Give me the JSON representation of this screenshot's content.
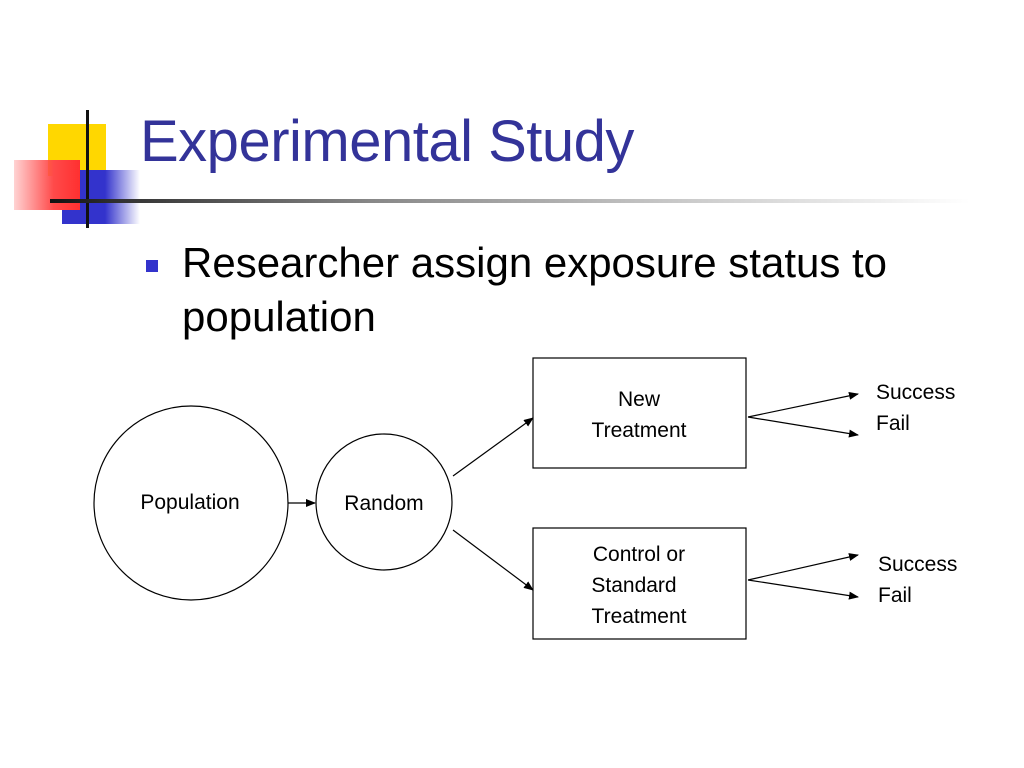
{
  "slide": {
    "title": "Experimental Study",
    "bullet": "Researcher assign exposure status to population"
  },
  "diagram": {
    "population": "Population",
    "random": "Random",
    "new_treatment": [
      "New",
      "Treatment"
    ],
    "control_treatment": [
      "Control or",
      "Standard",
      "Treatment"
    ],
    "outcomes_top": [
      "Success",
      "Fail"
    ],
    "outcomes_bottom": [
      "Success",
      "Fail"
    ]
  },
  "colors": {
    "title": "#333399",
    "bullet": "#3333cc",
    "accent_yellow": "#ffd700",
    "accent_red": "#ff4a4a"
  }
}
